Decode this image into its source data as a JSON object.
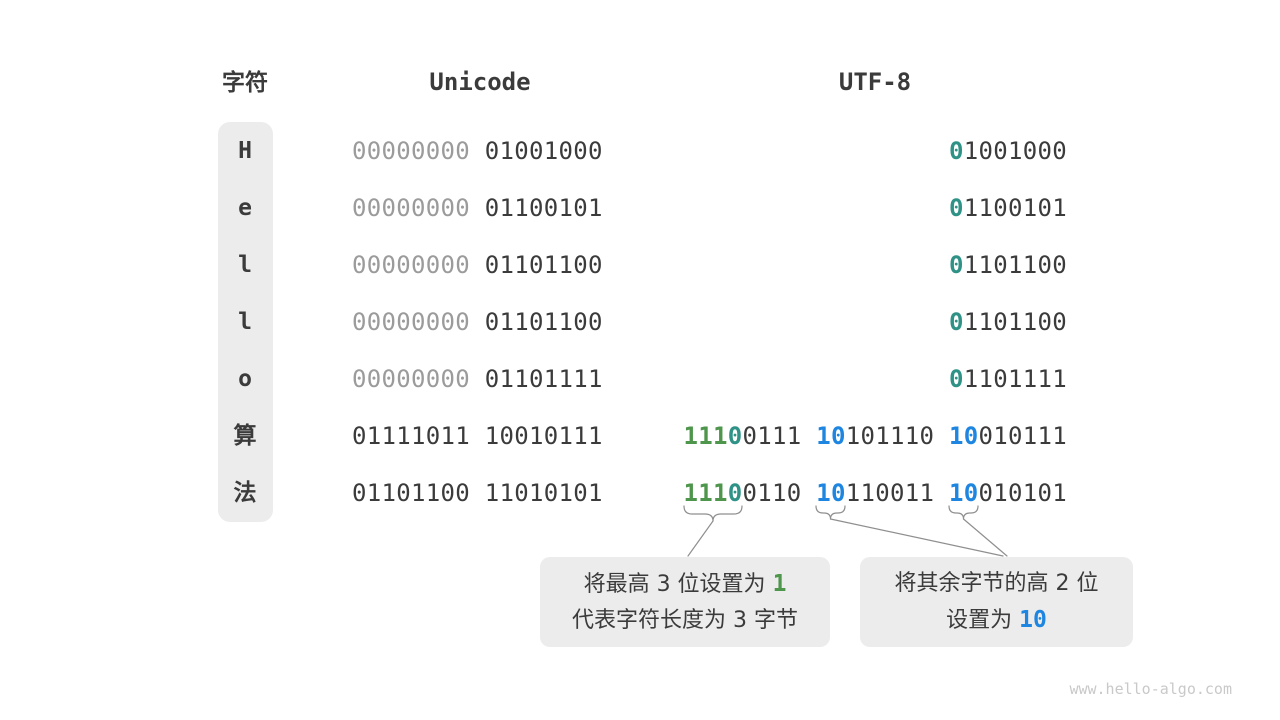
{
  "headers": {
    "char": "字符",
    "unicode": "Unicode",
    "utf8": "UTF-8"
  },
  "colors": {
    "dark": "#3b3b3b",
    "gray": "#9b9b9b",
    "teal": "#2f9287",
    "green": "#4f964d",
    "blue": "#1e86e0"
  },
  "rows": [
    {
      "char": "H",
      "unicode_bytes": [
        [
          {
            "text": "00000000",
            "color": "gray"
          }
        ],
        [
          {
            "text": "01001000",
            "color": "dark"
          }
        ]
      ],
      "utf8_bytes": [
        [
          {
            "text": "0",
            "color": "teal"
          },
          {
            "text": "1001000",
            "color": "dark"
          }
        ]
      ]
    },
    {
      "char": "e",
      "unicode_bytes": [
        [
          {
            "text": "00000000",
            "color": "gray"
          }
        ],
        [
          {
            "text": "01100101",
            "color": "dark"
          }
        ]
      ],
      "utf8_bytes": [
        [
          {
            "text": "0",
            "color": "teal"
          },
          {
            "text": "1100101",
            "color": "dark"
          }
        ]
      ]
    },
    {
      "char": "l",
      "unicode_bytes": [
        [
          {
            "text": "00000000",
            "color": "gray"
          }
        ],
        [
          {
            "text": "01101100",
            "color": "dark"
          }
        ]
      ],
      "utf8_bytes": [
        [
          {
            "text": "0",
            "color": "teal"
          },
          {
            "text": "1101100",
            "color": "dark"
          }
        ]
      ]
    },
    {
      "char": "l",
      "unicode_bytes": [
        [
          {
            "text": "00000000",
            "color": "gray"
          }
        ],
        [
          {
            "text": "01101100",
            "color": "dark"
          }
        ]
      ],
      "utf8_bytes": [
        [
          {
            "text": "0",
            "color": "teal"
          },
          {
            "text": "1101100",
            "color": "dark"
          }
        ]
      ]
    },
    {
      "char": "o",
      "unicode_bytes": [
        [
          {
            "text": "00000000",
            "color": "gray"
          }
        ],
        [
          {
            "text": "01101111",
            "color": "dark"
          }
        ]
      ],
      "utf8_bytes": [
        [
          {
            "text": "0",
            "color": "teal"
          },
          {
            "text": "1101111",
            "color": "dark"
          }
        ]
      ]
    },
    {
      "char": "算",
      "unicode_bytes": [
        [
          {
            "text": "01111011",
            "color": "dark"
          }
        ],
        [
          {
            "text": "10010111",
            "color": "dark"
          }
        ]
      ],
      "utf8_bytes": [
        [
          {
            "text": "111",
            "color": "green"
          },
          {
            "text": "0",
            "color": "teal"
          },
          {
            "text": "0111",
            "color": "dark"
          }
        ],
        [
          {
            "text": "10",
            "color": "blue"
          },
          {
            "text": "101110",
            "color": "dark"
          }
        ],
        [
          {
            "text": "10",
            "color": "blue"
          },
          {
            "text": "010111",
            "color": "dark"
          }
        ]
      ]
    },
    {
      "char": "法",
      "unicode_bytes": [
        [
          {
            "text": "01101100",
            "color": "dark"
          }
        ],
        [
          {
            "text": "11010101",
            "color": "dark"
          }
        ]
      ],
      "utf8_bytes": [
        [
          {
            "text": "111",
            "color": "green"
          },
          {
            "text": "0",
            "color": "teal"
          },
          {
            "text": "0110",
            "color": "dark"
          }
        ],
        [
          {
            "text": "10",
            "color": "blue"
          },
          {
            "text": "110011",
            "color": "dark"
          }
        ],
        [
          {
            "text": "10",
            "color": "blue"
          },
          {
            "text": "010101",
            "color": "dark"
          }
        ]
      ]
    }
  ],
  "callouts": [
    {
      "lines": [
        [
          {
            "text": "将最高 3 位设置为 ",
            "color": "dark"
          },
          {
            "text": "1",
            "color": "green"
          }
        ],
        [
          {
            "text": "代表字符长度为 3 字节",
            "color": "dark"
          }
        ]
      ]
    },
    {
      "lines": [
        [
          {
            "text": "将其余字节的高 2 位",
            "color": "dark"
          }
        ],
        [
          {
            "text": "设置为 ",
            "color": "dark"
          },
          {
            "text": "10",
            "color": "blue"
          }
        ]
      ]
    }
  ],
  "watermark": "www.hello-algo.com"
}
